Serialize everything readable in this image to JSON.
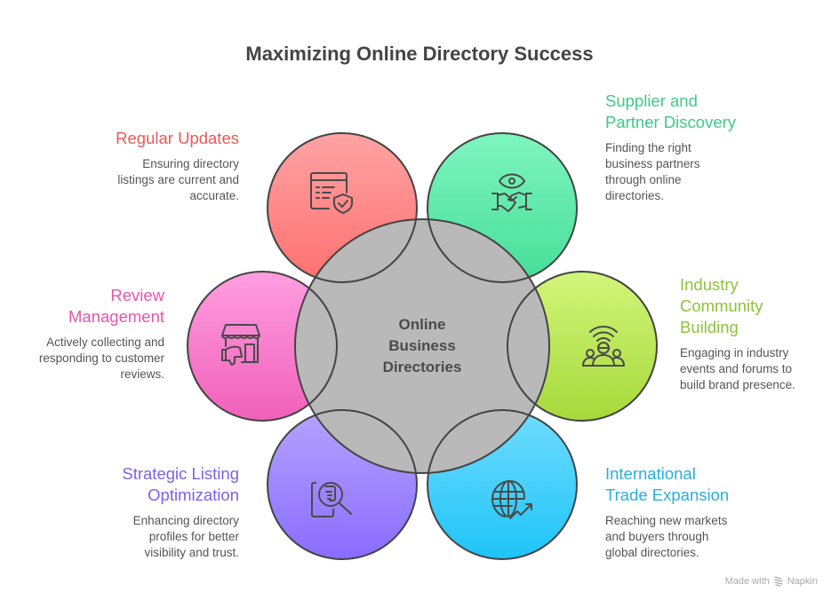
{
  "title": "Maximizing Online Directory Success",
  "center": {
    "lines": [
      "Online",
      "Business",
      "Directories"
    ],
    "color": "#b9b9b9"
  },
  "items": [
    {
      "id": "regular-updates",
      "heading_lines": [
        "Regular Updates"
      ],
      "desc_lines": [
        "Ensuring directory",
        "listings are current and",
        "accurate."
      ],
      "color": "#e85a5a",
      "fill_top": "#ffa3a3",
      "fill_bottom": "#ff7070",
      "icon": "calendar-shield-icon"
    },
    {
      "id": "supplier-partner-discovery",
      "heading_lines": [
        "Supplier and",
        "Partner Discovery"
      ],
      "desc_lines": [
        "Finding the right",
        "business partners",
        "through online",
        "directories."
      ],
      "color": "#3ec98a",
      "fill_top": "#7ff5c0",
      "fill_bottom": "#45de98",
      "icon": "eye-handshake-icon"
    },
    {
      "id": "review-management",
      "heading_lines": [
        "Review",
        "Management"
      ],
      "desc_lines": [
        "Actively collecting and",
        "responding to customer",
        "reviews."
      ],
      "color": "#e455b0",
      "fill_top": "#ff9ee0",
      "fill_bottom": "#f060ba",
      "icon": "store-thumbs-down-icon"
    },
    {
      "id": "industry-community-building",
      "heading_lines": [
        "Industry",
        "Community",
        "Building"
      ],
      "desc_lines": [
        "Engaging in industry",
        "events and forums to",
        "build brand presence."
      ],
      "color": "#8dc23a",
      "fill_top": "#d2f57a",
      "fill_bottom": "#a6d93a",
      "icon": "community-broadcast-icon"
    },
    {
      "id": "strategic-listing-optimization",
      "heading_lines": [
        "Strategic Listing",
        "Optimization"
      ],
      "desc_lines": [
        "Enhancing directory",
        "profiles for better",
        "visibility and trust."
      ],
      "color": "#7a63e8",
      "fill_top": "#b4a3ff",
      "fill_bottom": "#8a6cff",
      "icon": "document-search-icon"
    },
    {
      "id": "international-trade-expansion",
      "heading_lines": [
        "International",
        "Trade Expansion"
      ],
      "desc_lines": [
        "Reaching new markets",
        "and buyers through",
        "global directories."
      ],
      "color": "#2aaedf",
      "fill_top": "#70dcff",
      "fill_bottom": "#1ec4f7",
      "icon": "globe-growth-icon"
    }
  ],
  "footer": {
    "prefix": "Made with",
    "brand": "Napkin",
    "icon": "napkin-logo-icon"
  }
}
